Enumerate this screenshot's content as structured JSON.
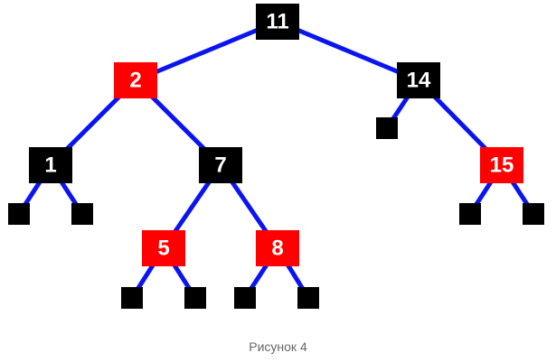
{
  "colors": {
    "edge": "#0a14f0",
    "black_node": "#000000",
    "red_node": "#ff0000",
    "label": "#ffffff",
    "caption": "#666666"
  },
  "tree": {
    "nodes": [
      {
        "id": "n11",
        "label": "11",
        "color": "black"
      },
      {
        "id": "n2",
        "label": "2",
        "color": "red"
      },
      {
        "id": "n14",
        "label": "14",
        "color": "black"
      },
      {
        "id": "n1",
        "label": "1",
        "color": "black"
      },
      {
        "id": "n7",
        "label": "7",
        "color": "black"
      },
      {
        "id": "n15",
        "label": "15",
        "color": "red"
      },
      {
        "id": "n5",
        "label": "5",
        "color": "red"
      },
      {
        "id": "n8",
        "label": "8",
        "color": "red"
      },
      {
        "id": "nil-14-left",
        "label": "",
        "color": "black",
        "leaf": true
      },
      {
        "id": "nil-1-left",
        "label": "",
        "color": "black",
        "leaf": true
      },
      {
        "id": "nil-1-right",
        "label": "",
        "color": "black",
        "leaf": true
      },
      {
        "id": "nil-15-left",
        "label": "",
        "color": "black",
        "leaf": true
      },
      {
        "id": "nil-15-right",
        "label": "",
        "color": "black",
        "leaf": true
      },
      {
        "id": "nil-5-left",
        "label": "",
        "color": "black",
        "leaf": true
      },
      {
        "id": "nil-5-right",
        "label": "",
        "color": "black",
        "leaf": true
      },
      {
        "id": "nil-8-left",
        "label": "",
        "color": "black",
        "leaf": true
      },
      {
        "id": "nil-8-right",
        "label": "",
        "color": "black",
        "leaf": true
      }
    ],
    "edges": [
      [
        "n11",
        "n2"
      ],
      [
        "n11",
        "n14"
      ],
      [
        "n2",
        "n1"
      ],
      [
        "n2",
        "n7"
      ],
      [
        "n14",
        "nil-14-left"
      ],
      [
        "n14",
        "n15"
      ],
      [
        "n1",
        "nil-1-left"
      ],
      [
        "n1",
        "nil-1-right"
      ],
      [
        "n7",
        "n5"
      ],
      [
        "n7",
        "n8"
      ],
      [
        "n15",
        "nil-15-left"
      ],
      [
        "n15",
        "nil-15-right"
      ],
      [
        "n5",
        "nil-5-left"
      ],
      [
        "n5",
        "nil-5-right"
      ],
      [
        "n8",
        "nil-8-left"
      ],
      [
        "n8",
        "nil-8-right"
      ]
    ]
  },
  "caption": "Рисунок 4"
}
